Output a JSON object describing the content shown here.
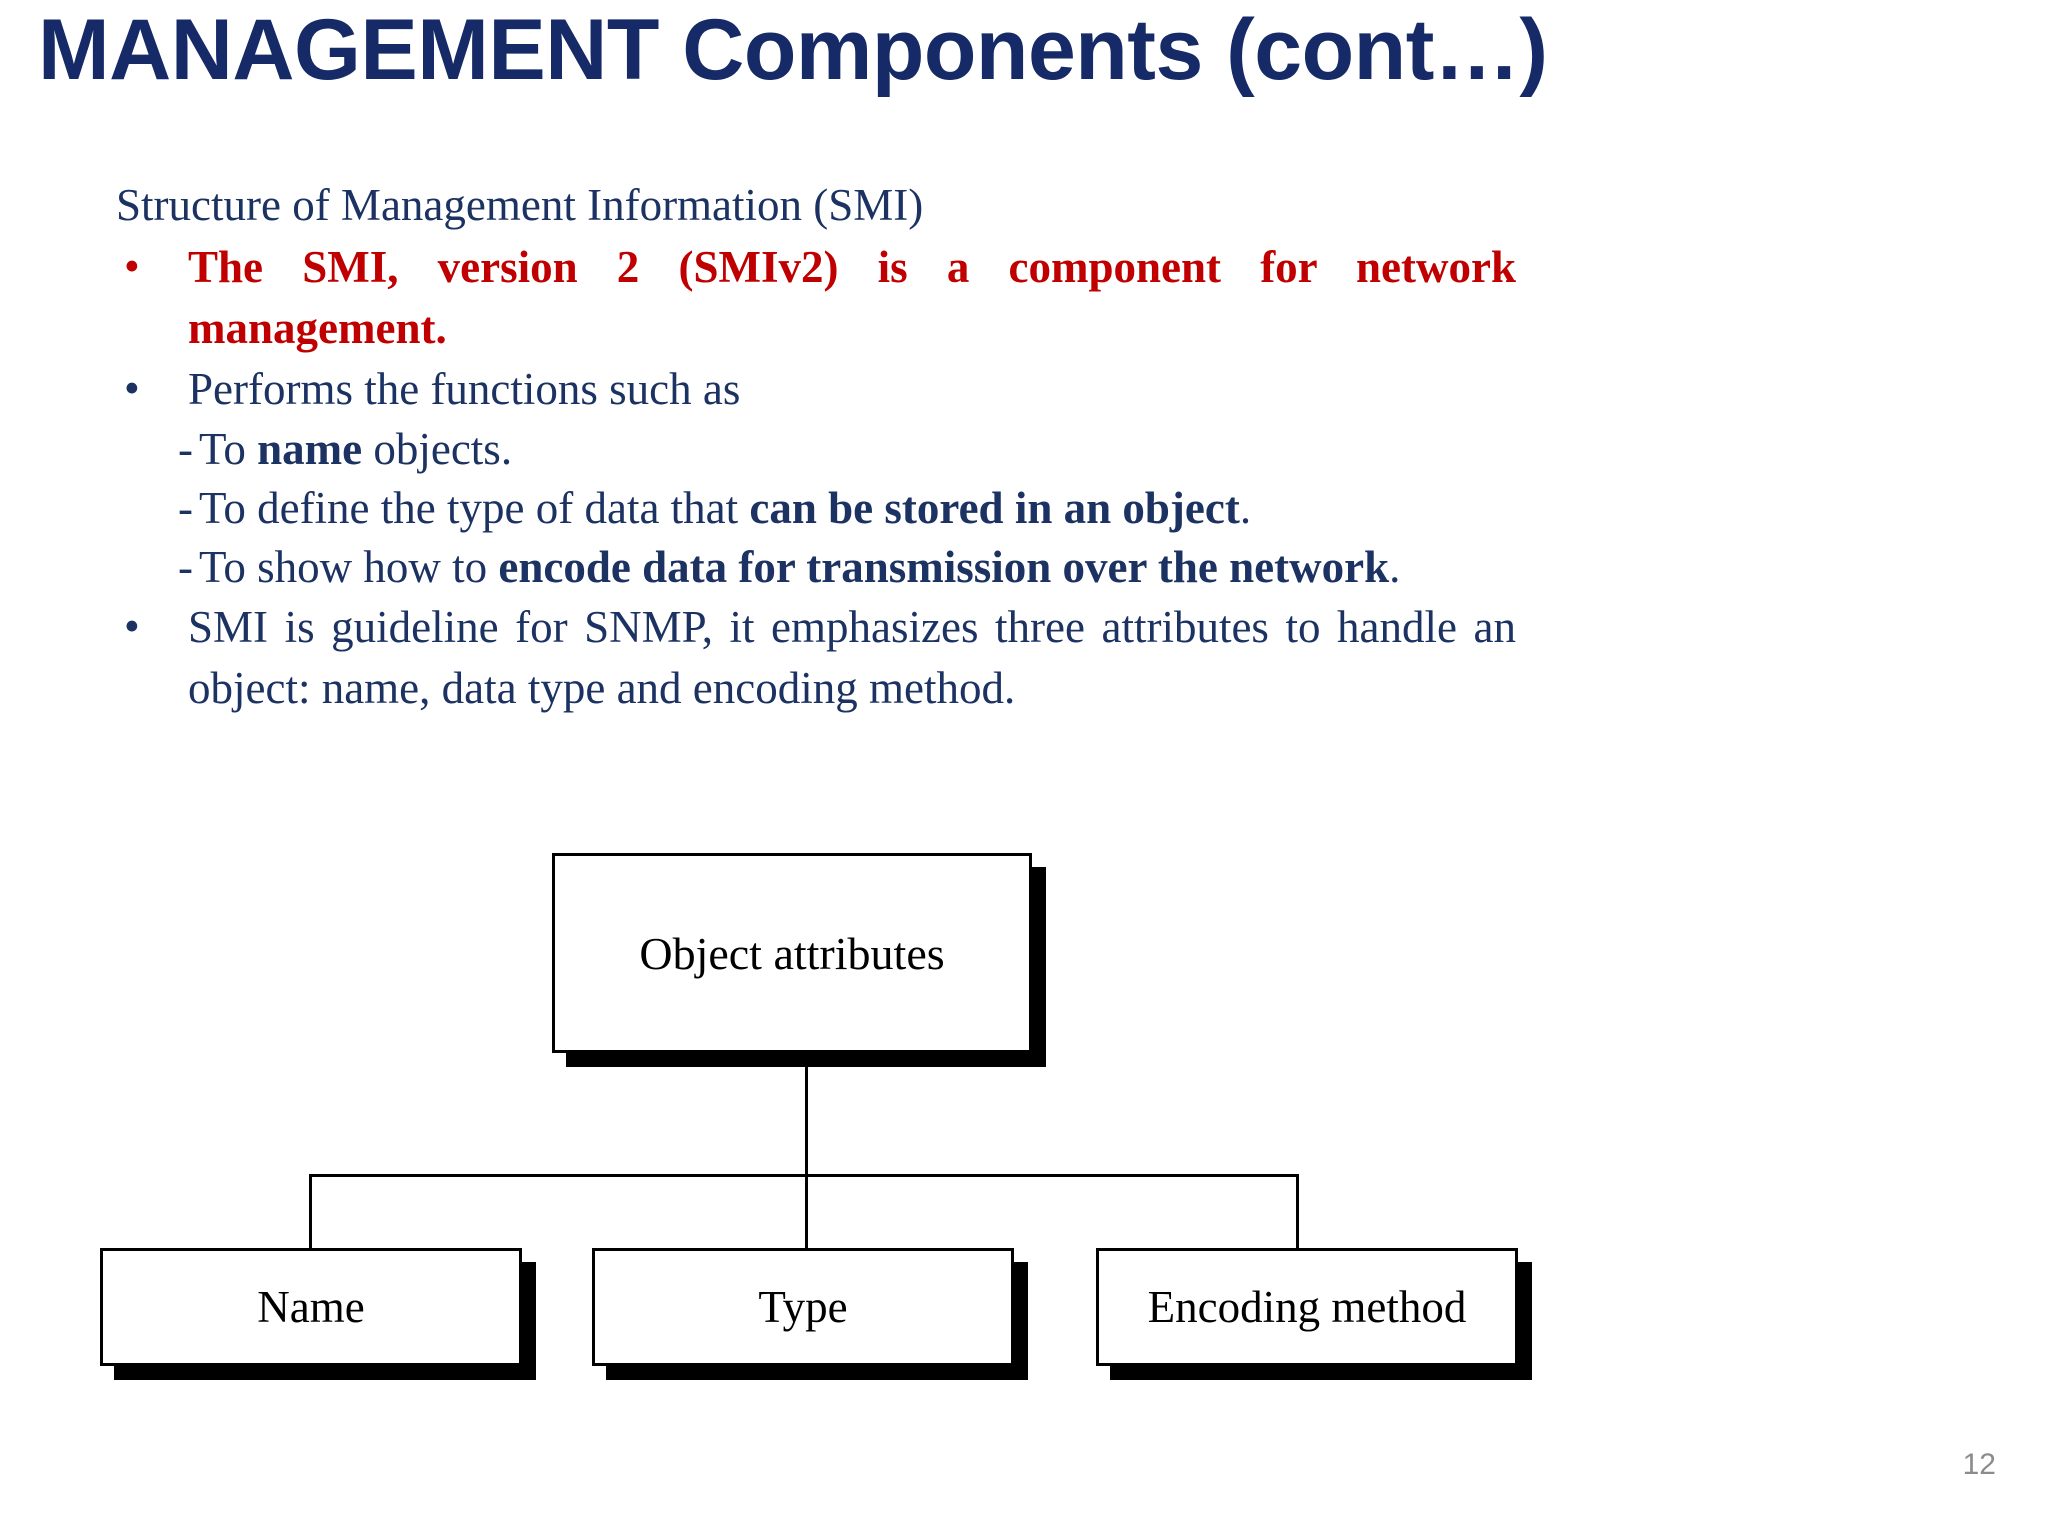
{
  "slide": {
    "title": "MANAGEMENT Components (cont…)",
    "page_number": "12",
    "colors": {
      "title": "#152A66",
      "body_text": "#1B3262",
      "highlight_red": "#C00000",
      "diagram_line": "#000000",
      "background": "#FFFFFF",
      "page_number": "#8C8C8C"
    }
  },
  "body": {
    "lead": "Structure of Management Information (SMI)",
    "bullets": [
      {
        "marker": "•",
        "style": "red-bold",
        "text_full": "The SMI, version 2 (SMIv2) is a component for network management.",
        "text_bold": "The SMI, version 2 (SMIv2) is a component for network management",
        "text_tail": "."
      },
      {
        "marker": "•",
        "style": "plain",
        "text_full": "Performs the functions such as",
        "sub_items": [
          {
            "dash": "-",
            "prefix": "To ",
            "bold": "name",
            "suffix": " objects."
          },
          {
            "dash": "-",
            "prefix": "To define the type of data that ",
            "bold": "can be stored in an object",
            "suffix": "."
          },
          {
            "dash": "-",
            "prefix": "To show how to ",
            "bold": "encode data for transmission over the network",
            "suffix": "."
          }
        ]
      },
      {
        "marker": "•",
        "style": "plain",
        "text_full": "SMI is guideline for SNMP, it emphasizes three attributes to handle an object: name, data type and encoding method."
      }
    ]
  },
  "diagram": {
    "type": "tree",
    "root": {
      "label": "Object attributes"
    },
    "children": [
      {
        "label": "Name"
      },
      {
        "label": "Type"
      },
      {
        "label": "Encoding method"
      }
    ]
  }
}
